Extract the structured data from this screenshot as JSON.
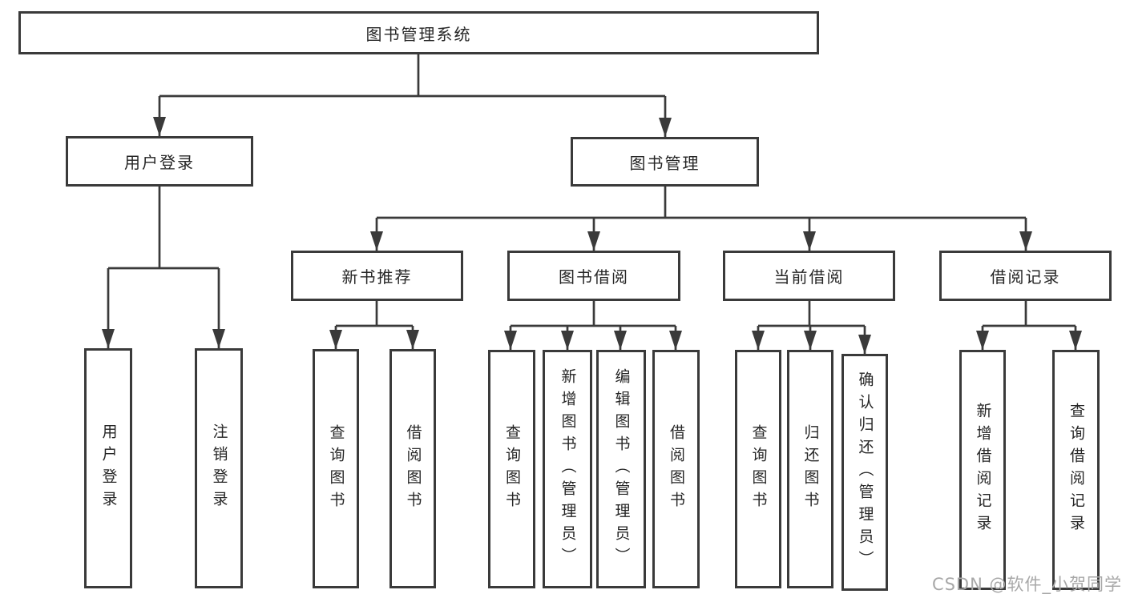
{
  "colors": {
    "background": "#ffffff",
    "line": "#3a3a3a",
    "box_border": "#3a3a3a",
    "text": "#262626",
    "watermark": "#a8a8a8"
  },
  "watermark": "CSDN @软件_小贺同学",
  "tree": {
    "label": "图书管理系统",
    "children": [
      {
        "label": "用户登录",
        "children": [
          {
            "label": "用户登录"
          },
          {
            "label": "注销登录"
          }
        ]
      },
      {
        "label": "图书管理",
        "children": [
          {
            "label": "新书推荐",
            "children": [
              {
                "label": "查询图书"
              },
              {
                "label": "借阅图书"
              }
            ]
          },
          {
            "label": "图书借阅",
            "children": [
              {
                "label": "查询图书"
              },
              {
                "label": "新增图书（管理员）"
              },
              {
                "label": "编辑图书（管理员）"
              },
              {
                "label": "借阅图书"
              }
            ]
          },
          {
            "label": "当前借阅",
            "children": [
              {
                "label": "查询图书"
              },
              {
                "label": "归还图书"
              },
              {
                "label": "确认归还（管理员）"
              }
            ]
          },
          {
            "label": "借阅记录",
            "children": [
              {
                "label": "新增借阅记录"
              },
              {
                "label": "查询借阅记录"
              }
            ]
          }
        ]
      }
    ]
  }
}
